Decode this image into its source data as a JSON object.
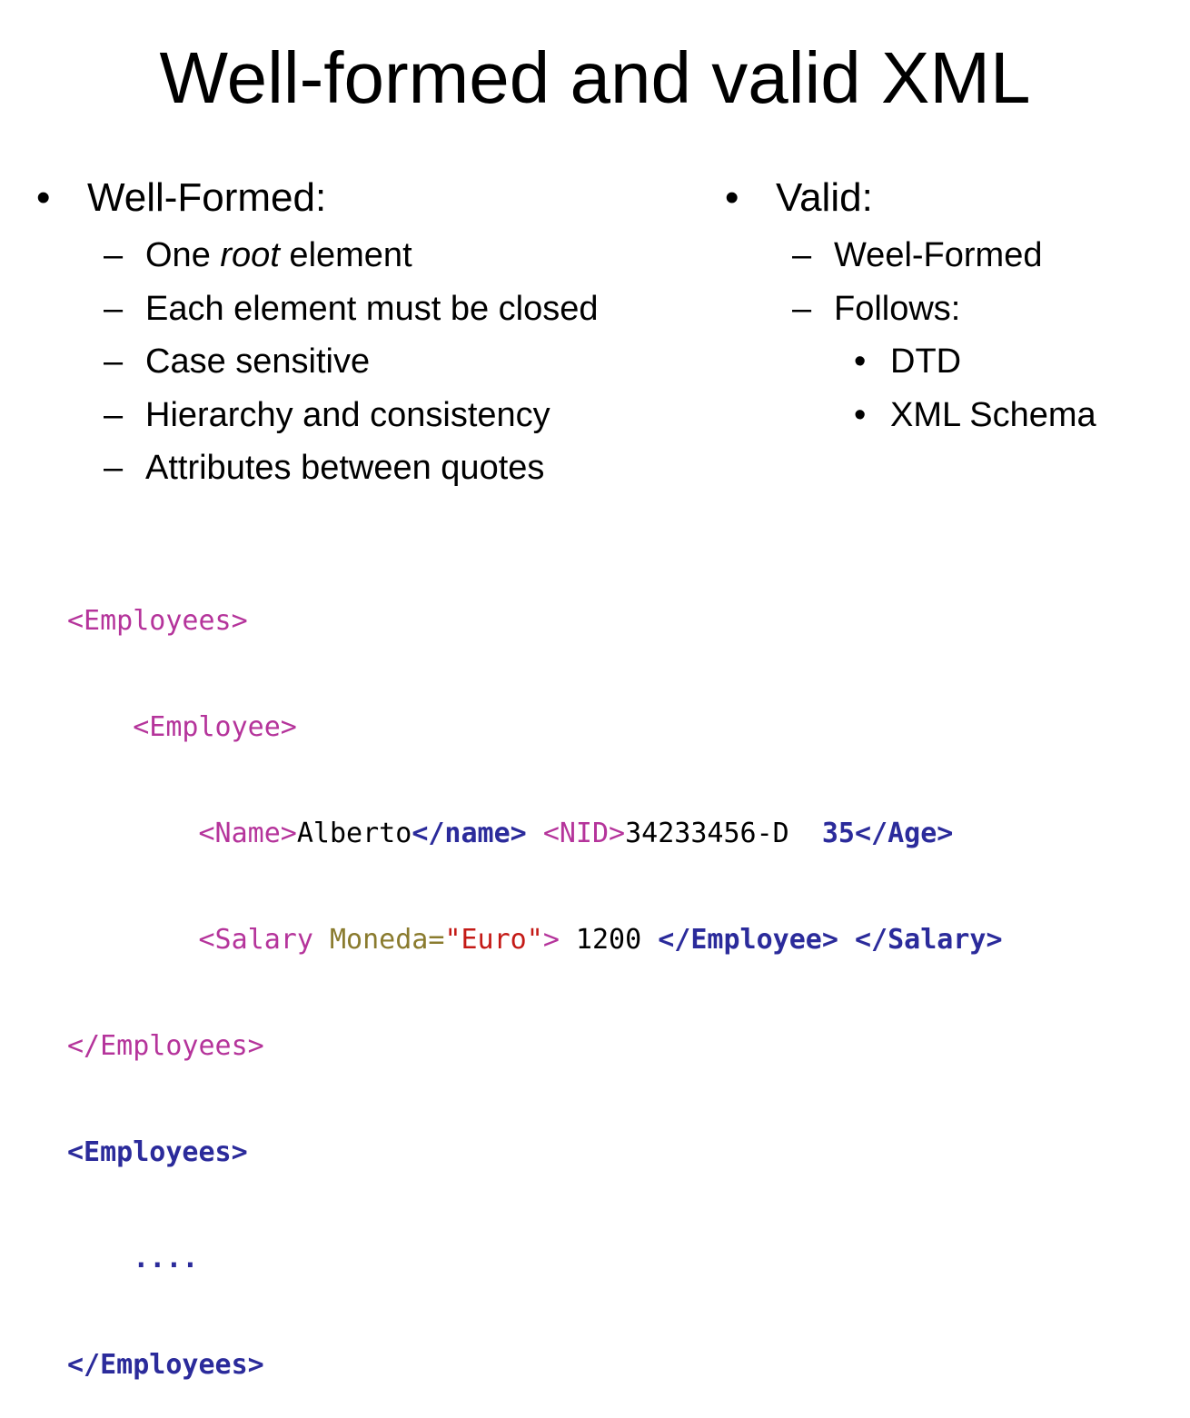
{
  "slide": {
    "title": "Well-formed and valid XML"
  },
  "left": {
    "bullet": "•",
    "heading": "Well-Formed:",
    "dash": "–",
    "items": [
      {
        "pre": "One ",
        "em": "root",
        "post": " element"
      },
      {
        "text": "Each element must be closed"
      },
      {
        "text": "Case sensitive"
      },
      {
        "text": "Hierarchy and consistency"
      },
      {
        "text": "Attributes between quotes"
      }
    ]
  },
  "right": {
    "bullet": "•",
    "heading": "Valid:",
    "dash": "–",
    "items": [
      {
        "text": "Weel-Formed"
      },
      {
        "text": "Follows:"
      }
    ],
    "subitems": [
      {
        "text": "DTD"
      },
      {
        "text": "XML Schema"
      }
    ]
  },
  "code": {
    "line1": {
      "open": "<Employees>"
    },
    "line2": {
      "indent": "    ",
      "open": "<Employee>"
    },
    "line3": {
      "indent": "        ",
      "open_name": "<Name>",
      "name_value": "Alberto",
      "close_name": "</name>",
      "space1": " ",
      "open_nid": "<NID>",
      "nid_value": "34233456-D  ",
      "age_value": "35",
      "close_age": "</Age>"
    },
    "line4": {
      "indent": "        ",
      "open_salary": "<Salary ",
      "attr_name": "Moneda=",
      "attr_value": "\"Euro\"",
      "open_end": ">",
      "salary_value": " 1200 ",
      "close_employee": "</Employee>",
      "space1": " ",
      "close_salary": "</Salary>"
    },
    "line5": {
      "close": "</Employees>"
    },
    "line6": {
      "open": "<Employees>"
    },
    "line7": {
      "indent": "    ",
      "dots": "...."
    },
    "line8": {
      "close": "</Employees>"
    }
  }
}
